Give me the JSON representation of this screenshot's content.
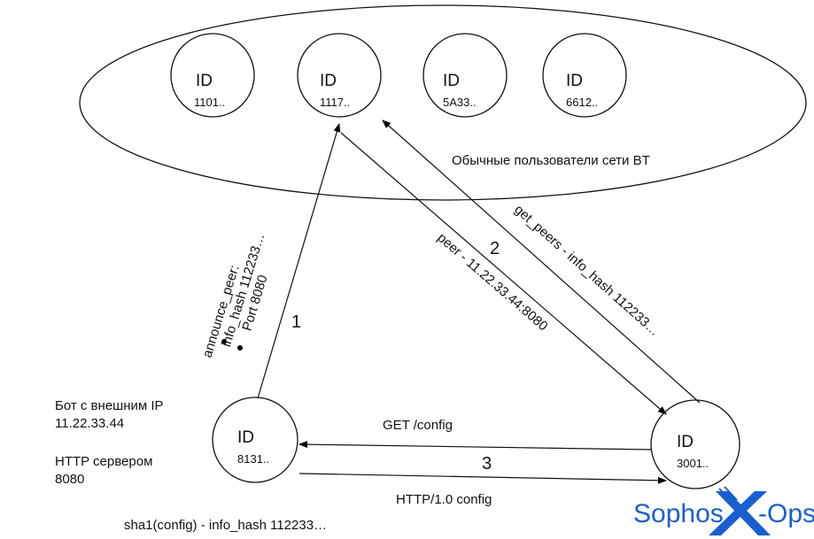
{
  "network_label": "Обычные пользователи сети BT",
  "peers": [
    {
      "title": "ID",
      "id": "1101.."
    },
    {
      "title": "ID",
      "id": "1117.."
    },
    {
      "title": "ID",
      "id": "5A33.."
    },
    {
      "title": "ID",
      "id": "6612.."
    }
  ],
  "bot": {
    "title": "ID",
    "id": "8131.."
  },
  "server": {
    "title": "ID",
    "id": "3001.."
  },
  "bot_info": {
    "line1": "Бот с внешним IP",
    "line2": "11.22.33.44",
    "line3": "HTTP сервером",
    "line4": "8080"
  },
  "sha_note": "sha1(config) - info_hash 112233…",
  "arrows": {
    "announce": {
      "line1": "announce_peer:",
      "line2": "info_hash 112233…",
      "line3": "Port 8080",
      "step": "1"
    },
    "peer": {
      "label": "peer - 11.22.33.44:8080"
    },
    "get_peers": {
      "label": "get_peers - info_hash 112233…",
      "step": "2"
    },
    "get_config": {
      "label": "GET /config",
      "step": "3"
    },
    "http_config": {
      "label": "HTTP/1.0 config"
    }
  },
  "logo": {
    "text": "Sophos X-Ops",
    "color": "#1a5fd0"
  }
}
